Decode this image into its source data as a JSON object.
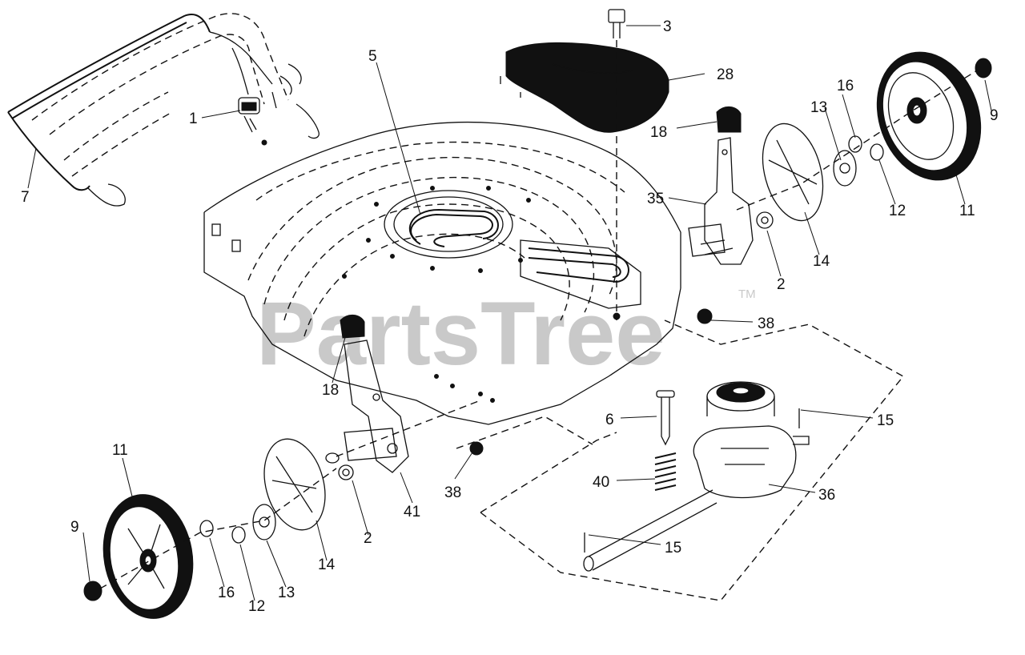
{
  "watermark": {
    "brand": "PartsTree",
    "trademark": "TM"
  },
  "callouts": [
    {
      "num": "1"
    },
    {
      "num": "3"
    },
    {
      "num": "5"
    },
    {
      "num": "7"
    },
    {
      "num": "28"
    },
    {
      "num": "18"
    },
    {
      "num": "16"
    },
    {
      "num": "13"
    },
    {
      "num": "9"
    },
    {
      "num": "35"
    },
    {
      "num": "12"
    },
    {
      "num": "11"
    },
    {
      "num": "14"
    },
    {
      "num": "2"
    },
    {
      "num": "38"
    },
    {
      "num": "18"
    },
    {
      "num": "6"
    },
    {
      "num": "15"
    },
    {
      "num": "11"
    },
    {
      "num": "40"
    },
    {
      "num": "36"
    },
    {
      "num": "38"
    },
    {
      "num": "41"
    },
    {
      "num": "2"
    },
    {
      "num": "9"
    },
    {
      "num": "14"
    },
    {
      "num": "15"
    },
    {
      "num": "16"
    },
    {
      "num": "13"
    },
    {
      "num": "12"
    }
  ]
}
